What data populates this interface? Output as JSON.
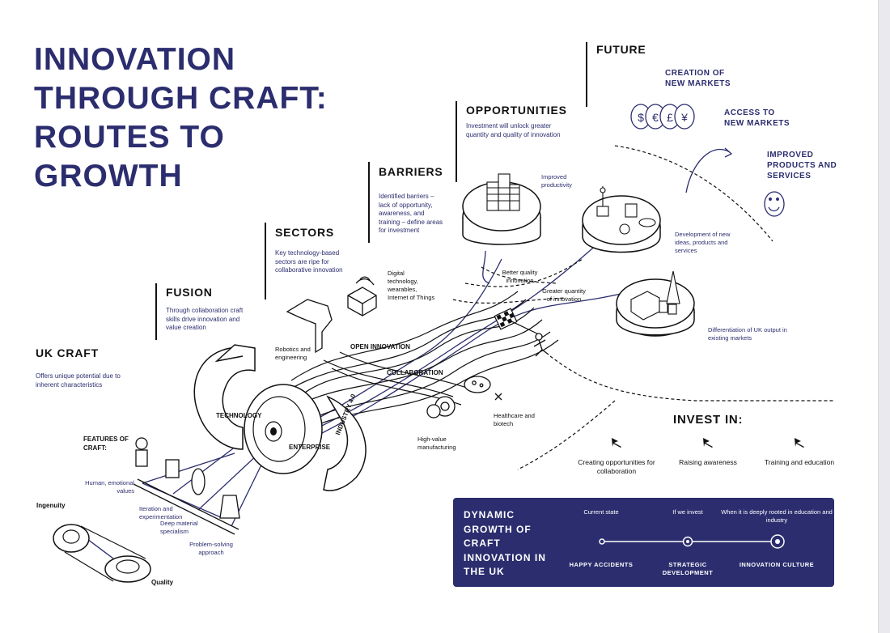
{
  "title": {
    "lines": [
      "INNOVATION",
      "THROUGH CRAFT:",
      "ROUTES TO",
      "GROWTH"
    ]
  },
  "stages": {
    "uk_craft": {
      "heading": "UK CRAFT",
      "text": "Offers unique potential due to inherent characteristics"
    },
    "fusion": {
      "heading": "FUSION",
      "text": "Through collaboration craft skills drive innovation and value creation"
    },
    "sectors": {
      "heading": "SECTORS",
      "text": "Key technology-based sectors are ripe for collaborative innovation"
    },
    "barriers": {
      "heading": "BARRIERS",
      "text": "Identified barriers – lack of opportunity, awareness, and training – define areas for investment"
    },
    "opportunities": {
      "heading": "OPPORTUNITIES",
      "text": "Investment will unlock greater quantity and quality of innovation"
    },
    "future": {
      "heading": "FUTURE"
    }
  },
  "craft": {
    "features_label": "FEATURES OF CRAFT:",
    "human": "Human, emotional values",
    "iteration": "Iteration and experimentation",
    "material": "Deep material specialism",
    "problem": "Problem-solving approach",
    "ingenuity": "Ingenuity",
    "quality": "Quality"
  },
  "hub": {
    "technology": "TECHNOLOGY",
    "enterprise": "ENTERPRISE",
    "industry": "INDUSTRY 4.0",
    "open_innovation": "OPEN INNOVATION",
    "collaboration": "COLLABORATION"
  },
  "sector_labels": {
    "robotics": "Robotics and engineering",
    "digital": "Digital technology, wearables, Internet of Things",
    "high_value": "High-value manufacturing",
    "healthcare": "Healthcare and biotech"
  },
  "outcomes": {
    "better": "Better quality innovation",
    "greater": "Greater quantity of innovation",
    "productivity": "Improved productivity",
    "development": "Development of new ideas, products and services",
    "differentiation": "Differentiation of UK output in existing markets"
  },
  "markets": {
    "creation": "CREATION OF NEW MARKETS",
    "access": "ACCESS TO NEW MARKETS",
    "improved": "IMPROVED PRODUCTS AND SERVICES",
    "currency_symbols": [
      "$",
      "€",
      "£",
      "¥"
    ]
  },
  "invest": {
    "heading": "INVEST IN:",
    "items": [
      "Creating opportunities for collaboration",
      "Raising awareness",
      "Training and education"
    ]
  },
  "panel": {
    "title_lines": [
      "DYNAMIC",
      "GROWTH OF",
      "CRAFT",
      "INNOVATION IN",
      "THE UK"
    ],
    "states": [
      "Current state",
      "If we invest",
      "When it is deeply rooted in education and industry"
    ],
    "stages": [
      "HAPPY ACCIDENTS",
      "STRATEGIC DEVELOPMENT",
      "INNOVATION CULTURE"
    ]
  },
  "colors": {
    "navy": "#2b2d6e",
    "ink": "#111111",
    "background": "#ffffff"
  }
}
